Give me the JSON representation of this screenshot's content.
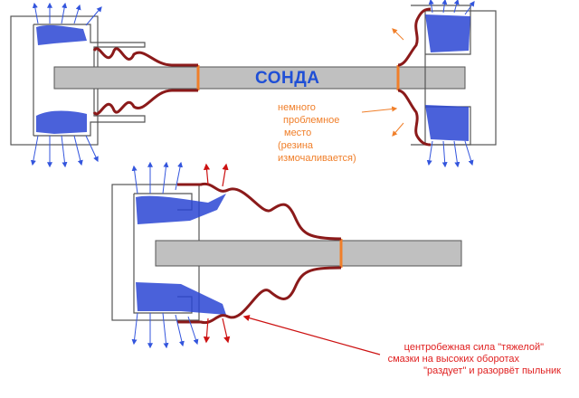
{
  "labels": {
    "probe": "СОНДА",
    "problem_note": [
      "немного",
      "проблемное",
      "место",
      "(резина",
      "измочаливается)"
    ],
    "force_note": [
      "центробежная сила \"тяжелой\"",
      "смазки на высоких оборотах",
      "\"раздует\" и разорвёт пыльник"
    ]
  },
  "colors": {
    "background": "#ffffff",
    "probe_rod": "#c0c0c0",
    "outline": "#555555",
    "boot": "#8b1a1a",
    "grease": "#2a45d4",
    "force_arrow": "#cc1111",
    "flow_arrow": "#3355dd",
    "ring_marker": "#f07f2a",
    "probe_text": "#1f4fd6",
    "problem_text": "#f07f2a",
    "force_text": "#e02020"
  }
}
